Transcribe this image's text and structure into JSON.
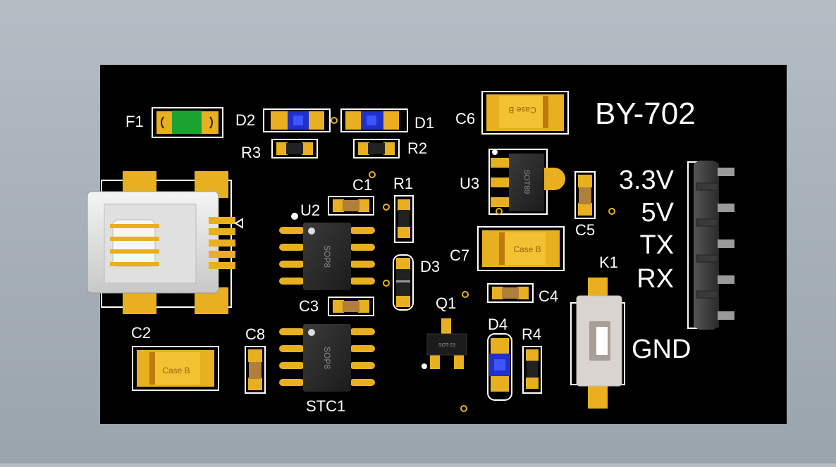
{
  "board": {
    "title": "BY-702",
    "pins": [
      "3.3V",
      "5V",
      "TX",
      "RX",
      "GND"
    ]
  },
  "designators": {
    "F1": "F1",
    "D2": "D2",
    "D1": "D1",
    "R3": "R3",
    "R2": "R2",
    "C6": "C6",
    "C1": "C1",
    "R1": "R1",
    "U2": "U2",
    "U3": "U3",
    "C5": "C5",
    "C7": "C7",
    "D3": "D3",
    "K1": "K1",
    "C4": "C4",
    "C3": "C3",
    "Q1": "Q1",
    "C2": "C2",
    "C8": "C8",
    "D4": "D4",
    "R4": "R4",
    "STC1": "STC1"
  },
  "package_marks": {
    "case_b": "Case B",
    "sop8": "SOP8",
    "sot89": "SOT89",
    "sot23": "SOT-23"
  },
  "colors": {
    "pcb": "#000000",
    "pad": "#e8b020",
    "silkscreen": "#ffffff",
    "tantalum": "#f0c030",
    "led": "#2030c8"
  }
}
